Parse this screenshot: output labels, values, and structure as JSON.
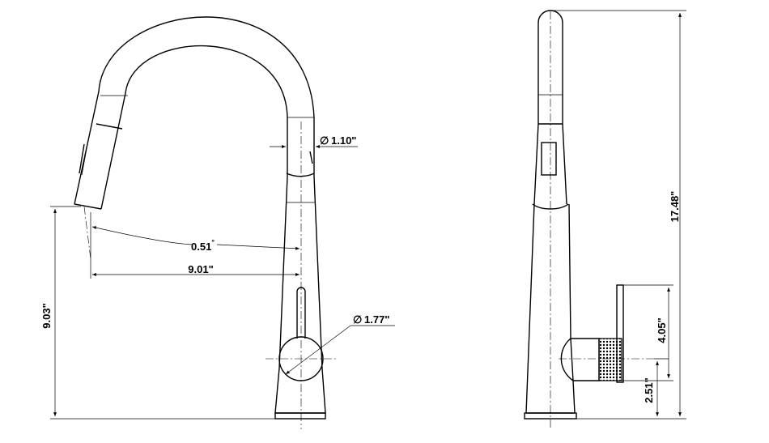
{
  "front_view": {
    "angle_label": "0.51",
    "angle_unit": "°",
    "reach_label": "9.01\"",
    "spout_height_label": "9.03\"",
    "spout_diameter_label": "1.10\"",
    "base_diameter_label": "1.77\"",
    "diameter_symbol": "∅"
  },
  "side_view": {
    "total_height_label": "17.48\"",
    "handle_height_label": "4.05\"",
    "handle_offset_label": "2.51\""
  }
}
